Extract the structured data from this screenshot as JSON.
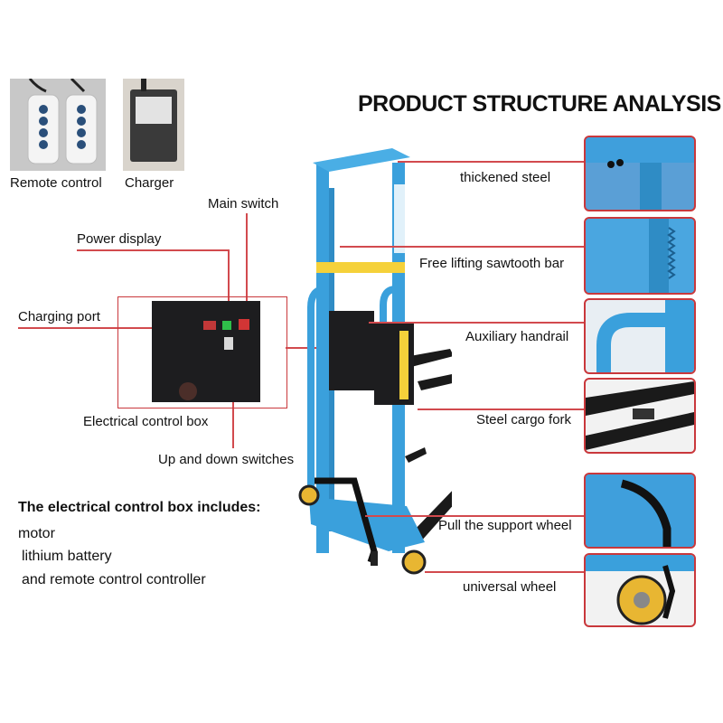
{
  "title": "PRODUCT STRUCTURE ANALYSIS",
  "accessories": {
    "remote_label": "Remote control",
    "charger_label": "Charger"
  },
  "control_box_labels": {
    "main_switch": "Main switch",
    "power_display": "Power display",
    "charging_port": "Charging port",
    "electrical_control_box": "Electrical control box",
    "up_down_switches": "Up and down switches"
  },
  "structure_labels": {
    "thickened_steel": "thickened steel",
    "sawtooth_bar": "Free lifting sawtooth bar",
    "handrail": "Auxiliary handrail",
    "cargo_fork": "Steel cargo fork",
    "support_wheel": "Pull the support wheel",
    "universal_wheel": "universal wheel"
  },
  "electrical_box_info": {
    "heading": "The electrical control box includes:",
    "items": [
      "motor",
      "lithium battery",
      "and remote control controller"
    ]
  },
  "colors": {
    "frame_blue": "#3aa0dc",
    "callout_red": "#c9383c",
    "box_black": "#1d1d1f",
    "wheel_yellow": "#e8b632"
  }
}
